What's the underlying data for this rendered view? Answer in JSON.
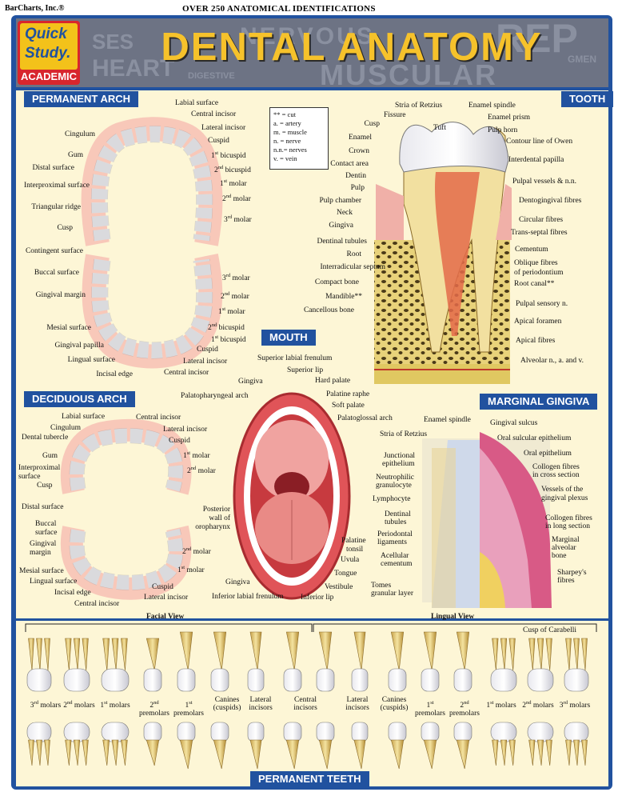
{
  "header": {
    "publisher": "BarCharts, Inc.®",
    "top_caption": "OVER 250 ANATOMICAL IDENTIFICATIONS"
  },
  "logo": {
    "line1": "Quick",
    "line2": "Study.",
    "line3": "ACADEMIC"
  },
  "title": "DENTAL ANATOMY",
  "title_background": [
    "SES",
    "NERVOUS",
    "REP",
    "HEART",
    "DIGESTIVE",
    "MUSCULAR",
    "GMEN"
  ],
  "legend": [
    "** = cut",
    "a. = artery",
    "m. = muscle",
    "n. = nerve",
    "n.n.= nerves",
    "v. = vein"
  ],
  "colors": {
    "frame": "#21529f",
    "panel": "#fdf6d6",
    "title": "#f6c22b",
    "logo_red": "#d8262d",
    "logo_yellow": "#f3c21a"
  },
  "sections": {
    "permanent_arch": {
      "tab": "PERMANENT ARCH",
      "labels_left": [
        "Cingulum",
        "Gum",
        "Distal surface",
        "Interproximal surface",
        "Triangular ridge",
        "Cusp",
        "Contingent surface",
        "Buccal surface",
        "Gingival margin",
        "Mesial surface",
        "Gingival papilla",
        "Lingual surface",
        "Incisal edge"
      ],
      "labels_top": [
        "Labial surface",
        "Central incisor",
        "Lateral incisor",
        "Cuspid"
      ],
      "upper_right": [
        {
          "n": "1",
          "s": "st",
          "t": "bicuspid"
        },
        {
          "n": "2",
          "s": "nd",
          "t": "bicuspid"
        },
        {
          "n": "1",
          "s": "st",
          "t": "molar"
        },
        {
          "n": "2",
          "s": "nd",
          "t": "molar"
        },
        {
          "n": "3",
          "s": "rd",
          "t": "molar"
        }
      ],
      "lower_right": [
        {
          "n": "3",
          "s": "rd",
          "t": "molar"
        },
        {
          "n": "2",
          "s": "nd",
          "t": "molar"
        },
        {
          "n": "1",
          "s": "st",
          "t": "molar"
        },
        {
          "n": "2",
          "s": "nd",
          "t": "bicuspid"
        },
        {
          "n": "1",
          "s": "st",
          "t": "bicuspid"
        }
      ],
      "labels_bottom": [
        "Cuspid",
        "Lateral incisor",
        "Central incisor"
      ]
    },
    "tooth": {
      "tab": "TOOTH",
      "left": [
        "Cusp",
        "Enamel",
        "Crown",
        "Contact area",
        "Dentin",
        "Pulp",
        "Pulp chamber",
        "Neck",
        "Gingiva",
        "Dentinal tubules",
        "Root",
        "Interradicular septum",
        "Compact bone",
        "Mandible**",
        "Cancellous bone"
      ],
      "top": [
        "Stria of Retzius",
        "Fissure",
        "Tuft",
        "Enamel spindle"
      ],
      "right": [
        "Enamel prism",
        "Pulp horn",
        "Contour line of Owen",
        "Interdental papilla",
        "Pulpal vessels & n.n.",
        "Dentogingival fibres",
        "Circular fibres",
        "Trans-septal fibres",
        "Cementum",
        "Oblique fibres",
        "of periodontium",
        "Root canal**",
        "Pulpal sensory n.",
        "Apical foramen",
        "Apical fibres",
        "Alveolar n., a. and v."
      ]
    },
    "mouth": {
      "tab": "MOUTH",
      "right": [
        "Superior labial frenulum",
        "Superior lip",
        "Hard palate",
        "Palatine raphe",
        "Soft palate",
        "Palatoglossal arch"
      ],
      "left": [
        "Gingiva",
        "Palatopharyngeal arch"
      ],
      "posterior": [
        "Posterior",
        "wall of",
        "oropharynx"
      ],
      "lower_right": [
        "Palatine",
        "tonsil",
        "Uvula",
        "Tongue",
        "Vestibule"
      ],
      "bottom": [
        "Gingiva",
        "Inferior labial frenulum",
        "Inferior lip"
      ]
    },
    "deciduous_arch": {
      "tab": "DECIDUOUS ARCH",
      "top": [
        "Labial surface",
        "Central incisor",
        "Lateral incisor",
        "Cuspid"
      ],
      "left": [
        "Cingulum",
        "Dental tubercle",
        "Gum",
        "Interproximal",
        "surface",
        "Cusp",
        "Distal surface",
        "Buccal",
        "surface",
        "Gingival",
        "margin",
        "Mesial surface",
        "Lingual surface",
        "Incisal edge",
        "Central incisor"
      ],
      "right_upper": [
        {
          "n": "1",
          "s": "st",
          "t": "molar"
        },
        {
          "n": "2",
          "s": "nd",
          "t": "molar"
        }
      ],
      "right_lower": [
        {
          "n": "2",
          "s": "nd",
          "t": "molar"
        },
        {
          "n": "1",
          "s": "st",
          "t": "molar"
        }
      ],
      "bottom": [
        "Cuspid",
        "Lateral incisor"
      ]
    },
    "marginal_gingiva": {
      "tab": "MARGINAL GINGIVA",
      "top": [
        "Enamel spindle",
        "Gingival sulcus",
        "Stria of Retzius",
        "Oral sulcular epithelium"
      ],
      "left": [
        "Junctional",
        "epithelium",
        "Neutrophilic",
        "granulocyte",
        "Lymphocyte",
        "Dentinal",
        "tubules",
        "Periodontal",
        "ligaments",
        "Acellular",
        "cementum",
        "Tomes",
        "granular layer"
      ],
      "right": [
        "Oral epithelium",
        "Collogen fibres",
        "in cross section",
        "Vessels of the",
        "gingival plexus",
        "Collogen fibres",
        "in long section",
        "Marginal",
        "alveolar",
        "bone",
        "Sharpey's",
        "fibres"
      ]
    },
    "permanent_teeth": {
      "tab": "PERMANENT TEETH",
      "facial_view": "Facial View",
      "lingual_view": "Lingual View",
      "cusp_label": "Cusp of Carabelli",
      "facial_labels": [
        {
          "n": "3",
          "s": "rd",
          "t": "molars"
        },
        {
          "n": "2",
          "s": "nd",
          "t": "molars"
        },
        {
          "n": "1",
          "s": "st",
          "t": "molars"
        },
        {
          "n": "2",
          "s": "nd",
          "t": "premolars"
        },
        {
          "n": "1",
          "s": "st",
          "t": "premolars"
        },
        {
          "n": "",
          "s": "",
          "t": "Canines (cuspids)"
        },
        {
          "n": "",
          "s": "",
          "t": "Lateral incisors"
        }
      ],
      "center_label": "Central incisors",
      "lingual_labels": [
        {
          "n": "",
          "s": "",
          "t": "Lateral incisors"
        },
        {
          "n": "",
          "s": "",
          "t": "Canines (cuspids)"
        },
        {
          "n": "1",
          "s": "st",
          "t": "premolars"
        },
        {
          "n": "2",
          "s": "nd",
          "t": "premolars"
        },
        {
          "n": "1",
          "s": "st",
          "t": "molars"
        },
        {
          "n": "2",
          "s": "nd",
          "t": "molars"
        },
        {
          "n": "3",
          "s": "rd",
          "t": "molars"
        }
      ]
    }
  }
}
